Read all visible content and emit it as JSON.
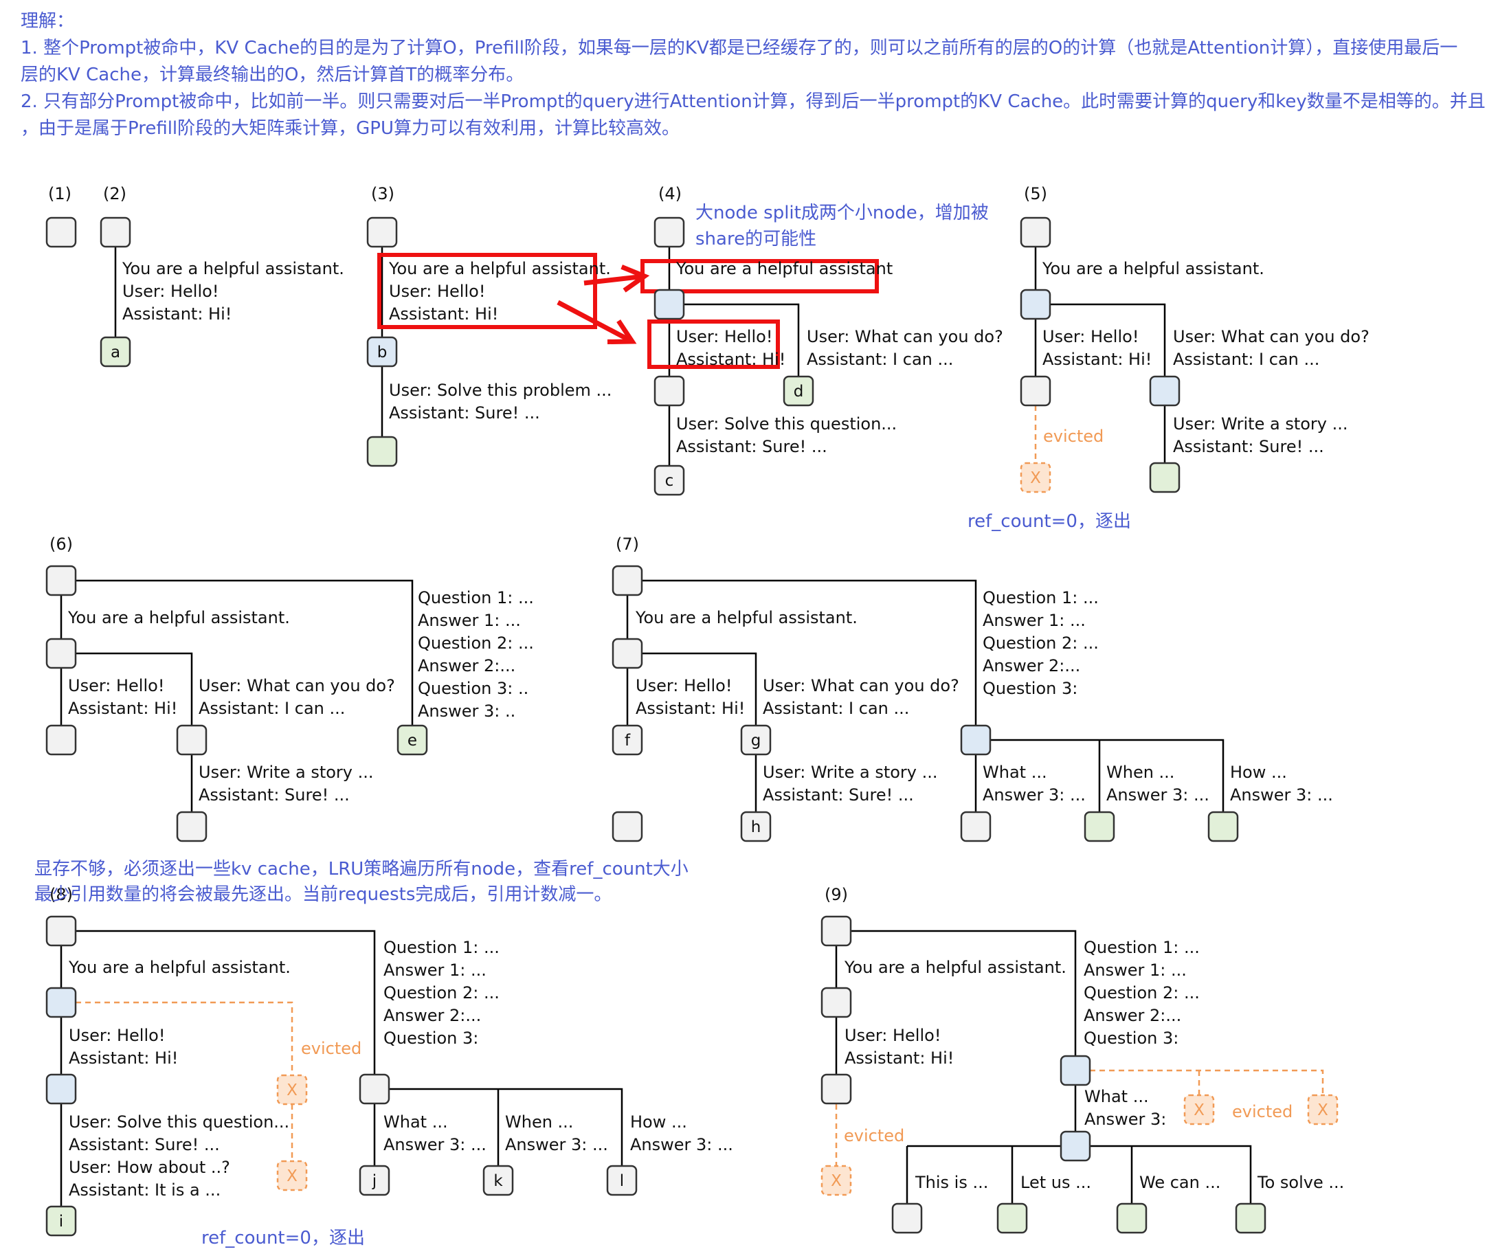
{
  "notes": {
    "title": "理解：",
    "lines": [
      "1. 整个Prompt被命中，KV Cache的目的是为了计算O，Prefill阶段，如果每一层的KV都是已经缓存了的，则可以之前所有的层的O的计算（也就是Attention计算），直接使用最后一",
      "层的KV Cache，计算最终输出的O，然后计算首T的概率分布。",
      "2. 只有部分Prompt被命中，比如前一半。则只需要对后一半Prompt的query进行Attention计算，得到后一半prompt的KV Cache。此时需要计算的query和key数量不是相等的。并且",
      "，由于是属于Prefill阶段的大矩阵乘计算，GPU算力可以有效利用，计算比较高效。"
    ]
  },
  "colors": {
    "note_text": "#4a5bd0",
    "node_stroke": "#333333",
    "node_white": "#f2f2f2",
    "node_blue": "#dde9f5",
    "node_green": "#e2f0d9",
    "evicted": "#f19a55",
    "evicted_fill": "#fde5d1",
    "highlight": "#ee1111",
    "text": "#111111"
  },
  "panels": [
    "(1)",
    "(2)",
    "(3)",
    "(4)",
    "(5)",
    "(6)",
    "(7)",
    "(8)",
    "(9)"
  ],
  "node_labels": [
    "a",
    "b",
    "c",
    "d",
    "e",
    "f",
    "g",
    "h",
    "i",
    "j",
    "k",
    "l"
  ],
  "evicted_mark": "X",
  "texts": {
    "system": "You are a helpful assistant.",
    "system_cut": "You are a helpful assistant",
    "user_hello": "User: Hello!",
    "assistant_hi": "Assistant: Hi!",
    "user_what": "User: What can you do?",
    "assistant_ican": "Assistant: I can ...",
    "user_solve_problem": "User: Solve this problem ...",
    "assistant_sure": "Assistant: Sure! ...",
    "user_solve_question": "User: Solve this question...",
    "user_solve_question_2": "User: Solve this question...",
    "user_write_story": "User: Write a story ...",
    "user_how_about": "User: How about ..?",
    "assistant_itis": "Assistant: It is a ...",
    "q1": "Question 1: ...",
    "a1": "Answer 1: ...",
    "q2": "Question 2: ...",
    "a2": "Answer 2:...",
    "q3_6": "Question 3: ..",
    "a3_6": "Answer 3: ..",
    "q3": "Question 3:",
    "what": "What ...",
    "when": "When ...",
    "how": "How ...",
    "answer3": "Answer 3: ...",
    "answer3_short": "Answer 3:",
    "this_is": "This is ...",
    "let_us": "Let us ...",
    "we_can": "We can ...",
    "to_solve": "To solve ..."
  },
  "annotations": {
    "split_1": "大node split成两个小node，增加被",
    "split_2": "share的可能性",
    "evicted": "evicted",
    "ref_count_evict": "ref_count=0，逐出",
    "memory_1": "显存不够，必须逐出一些kv cache，LRU策略遍历所有node，查看ref_count大小",
    "memory_2": "最少引用数量的将会被最先逐出。当前requests完成后，引用计数减一。"
  }
}
